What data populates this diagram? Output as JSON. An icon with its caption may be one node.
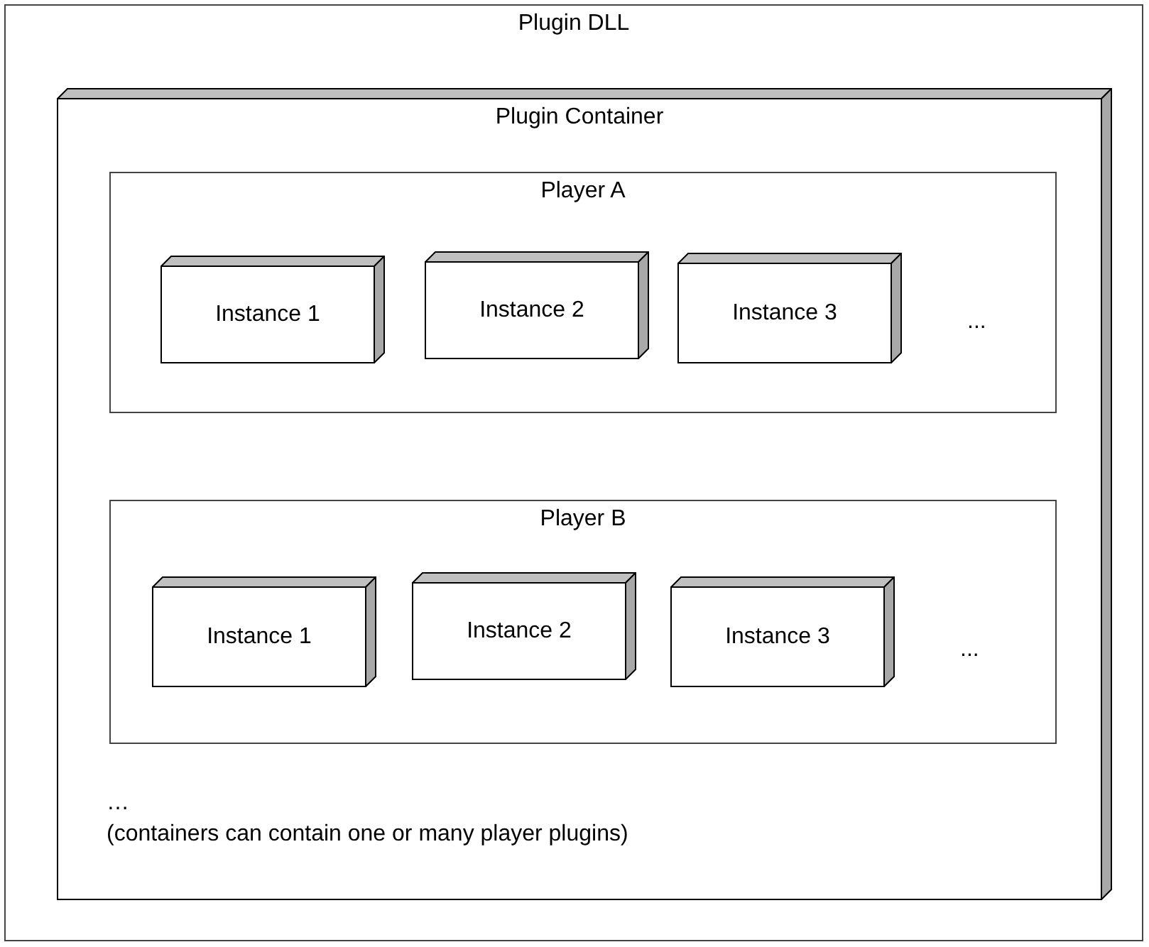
{
  "diagram": {
    "nodes": [
      {
        "text": [
          "Plugin DLL"
        ]
      },
      {
        "text": [
          "Plugin Container"
        ],
        "in": 0
      },
      {
        "text": [
          "Player A"
        ],
        "in": 1
      },
      {
        "text": [
          "Instance 1"
        ],
        "in": 2
      },
      {
        "text": [
          "Instance 2"
        ],
        "in": 2
      },
      {
        "text": [
          "Instance 3"
        ],
        "in": 2
      },
      {
        "text": [
          "Player B"
        ],
        "in": 1
      },
      {
        "text": [
          "Instance 1"
        ],
        "in": 6
      },
      {
        "text": [
          "Instance 2"
        ],
        "in": 6
      },
      {
        "text": [
          "Instance 3"
        ],
        "in": 6
      }
    ],
    "labels": [
      "...",
      "...",
      "…",
      "(containers can contain one or many player plugins)"
    ]
  }
}
